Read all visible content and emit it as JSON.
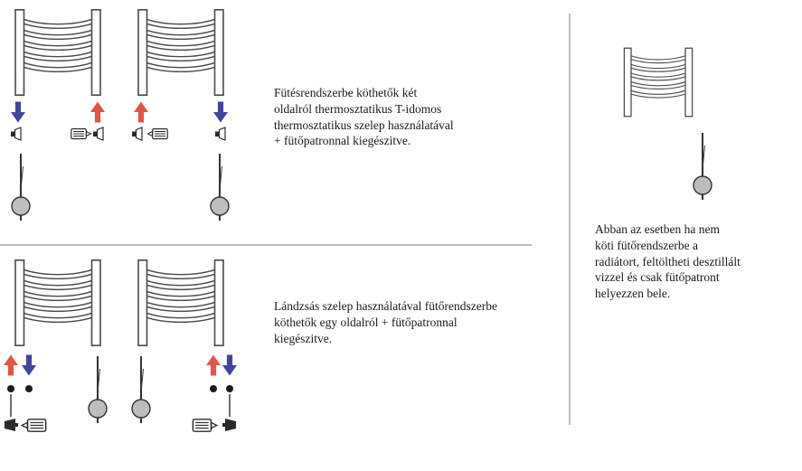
{
  "diagram": {
    "section_two_sided": {
      "caption": "Fütésrendszerbe köthetők két\noldalról thermosztatikus T-idomos\nthermosztatikus szelep használatával\n+ fütőpatronnal kiegészitve."
    },
    "section_one_sided": {
      "caption": "Lándzsás szelep használatával fütőrendszerbe\nköthetők egy oldalról + fütőpatronnal\nkiegészitve."
    },
    "section_standalone": {
      "caption": "Abban az esetben ha nem\nköti fütőrendszerbe a\nradiátort, feltöltheti desztillált\nvizzel és csak fütőpatront\nhelyezzen bele."
    }
  },
  "colors": {
    "arrow_red": "#e0564a",
    "arrow_blue": "#44449a",
    "radiator_outline": "#4a4a4a",
    "dial_fill": "#bdbdbd",
    "divider": "#9a9a9a",
    "dot": "#1c1c1c"
  }
}
